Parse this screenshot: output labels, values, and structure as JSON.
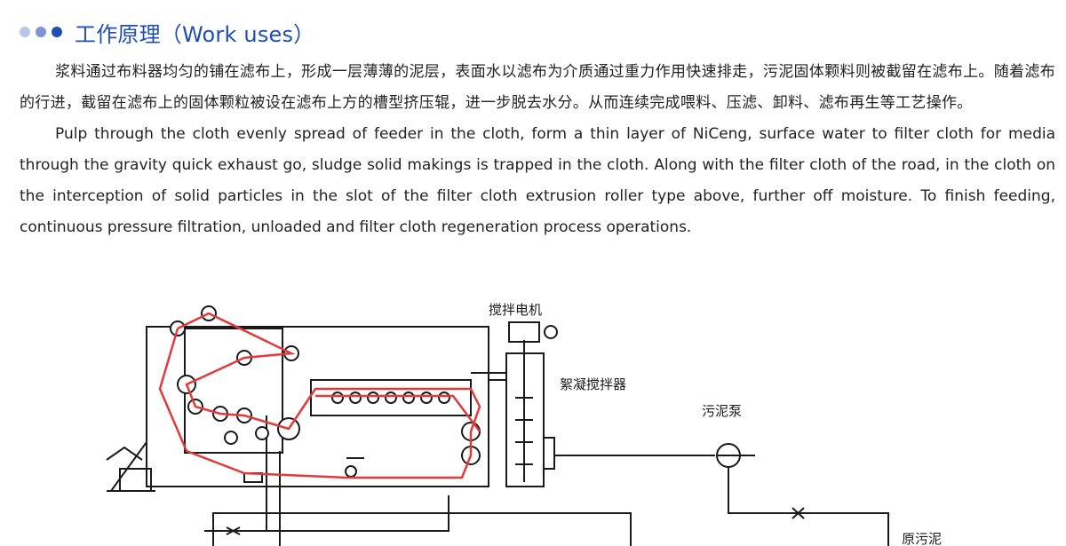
{
  "section": {
    "title": "工作原理（Work uses）",
    "icon": "three-dots-bullet"
  },
  "description": {
    "zh": "浆料通过布料器均匀的铺在滤布上，形成一层薄薄的泥层，表面水以滤布为介质通过重力作用快速排走，污泥固体颗料则被截留在滤布上。随着滤布的行进，截留在滤布上的固体颗粒被设在滤布上方的槽型挤压辊，进一步脱去水分。从而连续完成喂料、压滤、卸料、滤布再生等工艺操作。",
    "en": "Pulp through the cloth evenly spread of feeder in the cloth, form a thin layer of NiCeng, surface water to filter cloth for media through the gravity quick exhaust go, sludge solid makings is trapped in the cloth. Along with the filter cloth of the road, in the cloth on the interception of solid particles in the slot of the filter cloth  extrusion roller type above, further off moisture. To finish feeding, continuous pressure filtration, unloaded and filter cloth regeneration process operations."
  },
  "diagram": {
    "labels": {
      "motor": "搅拌电机",
      "mixer": "絮凝搅拌器",
      "pump": "污泥泵",
      "sludge": "原污泥"
    },
    "colors": {
      "belt": "#e23a3a",
      "line": "#1a1a1a",
      "accent": "#1f4fb5"
    }
  }
}
